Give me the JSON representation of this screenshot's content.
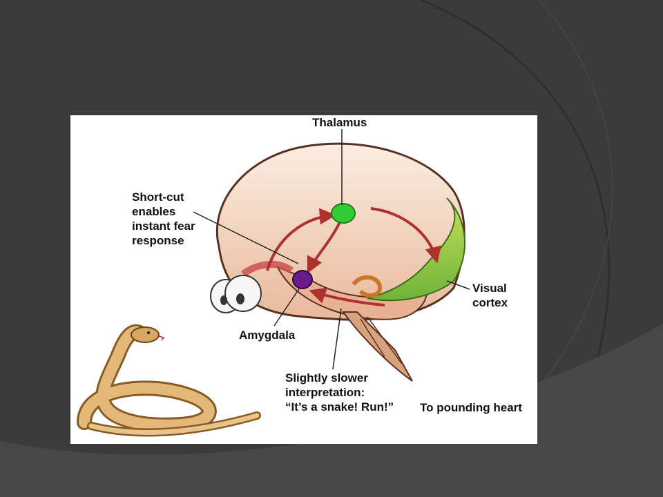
{
  "slide": {
    "background_color": "#3a3a3a",
    "arc_color": "#2e2e2e"
  },
  "diagram": {
    "labels": {
      "thalamus": "Thalamus",
      "shortcut": "Short-cut\nenables\ninstant fear\nresponse",
      "visual_cortex": "Visual\ncortex",
      "amygdala": "Amygdala",
      "slower": "Slightly slower\ninterpretation:\n“It’s a snake! Run!”",
      "heart": "To pounding heart"
    },
    "colors": {
      "thalamus": "#33cc33",
      "amygdala": "#6a1b8a",
      "visual_cortex": "#a6d13a",
      "arrows": "#b03030",
      "brain": "#f3d9c4",
      "snake": "#d8a860"
    }
  }
}
